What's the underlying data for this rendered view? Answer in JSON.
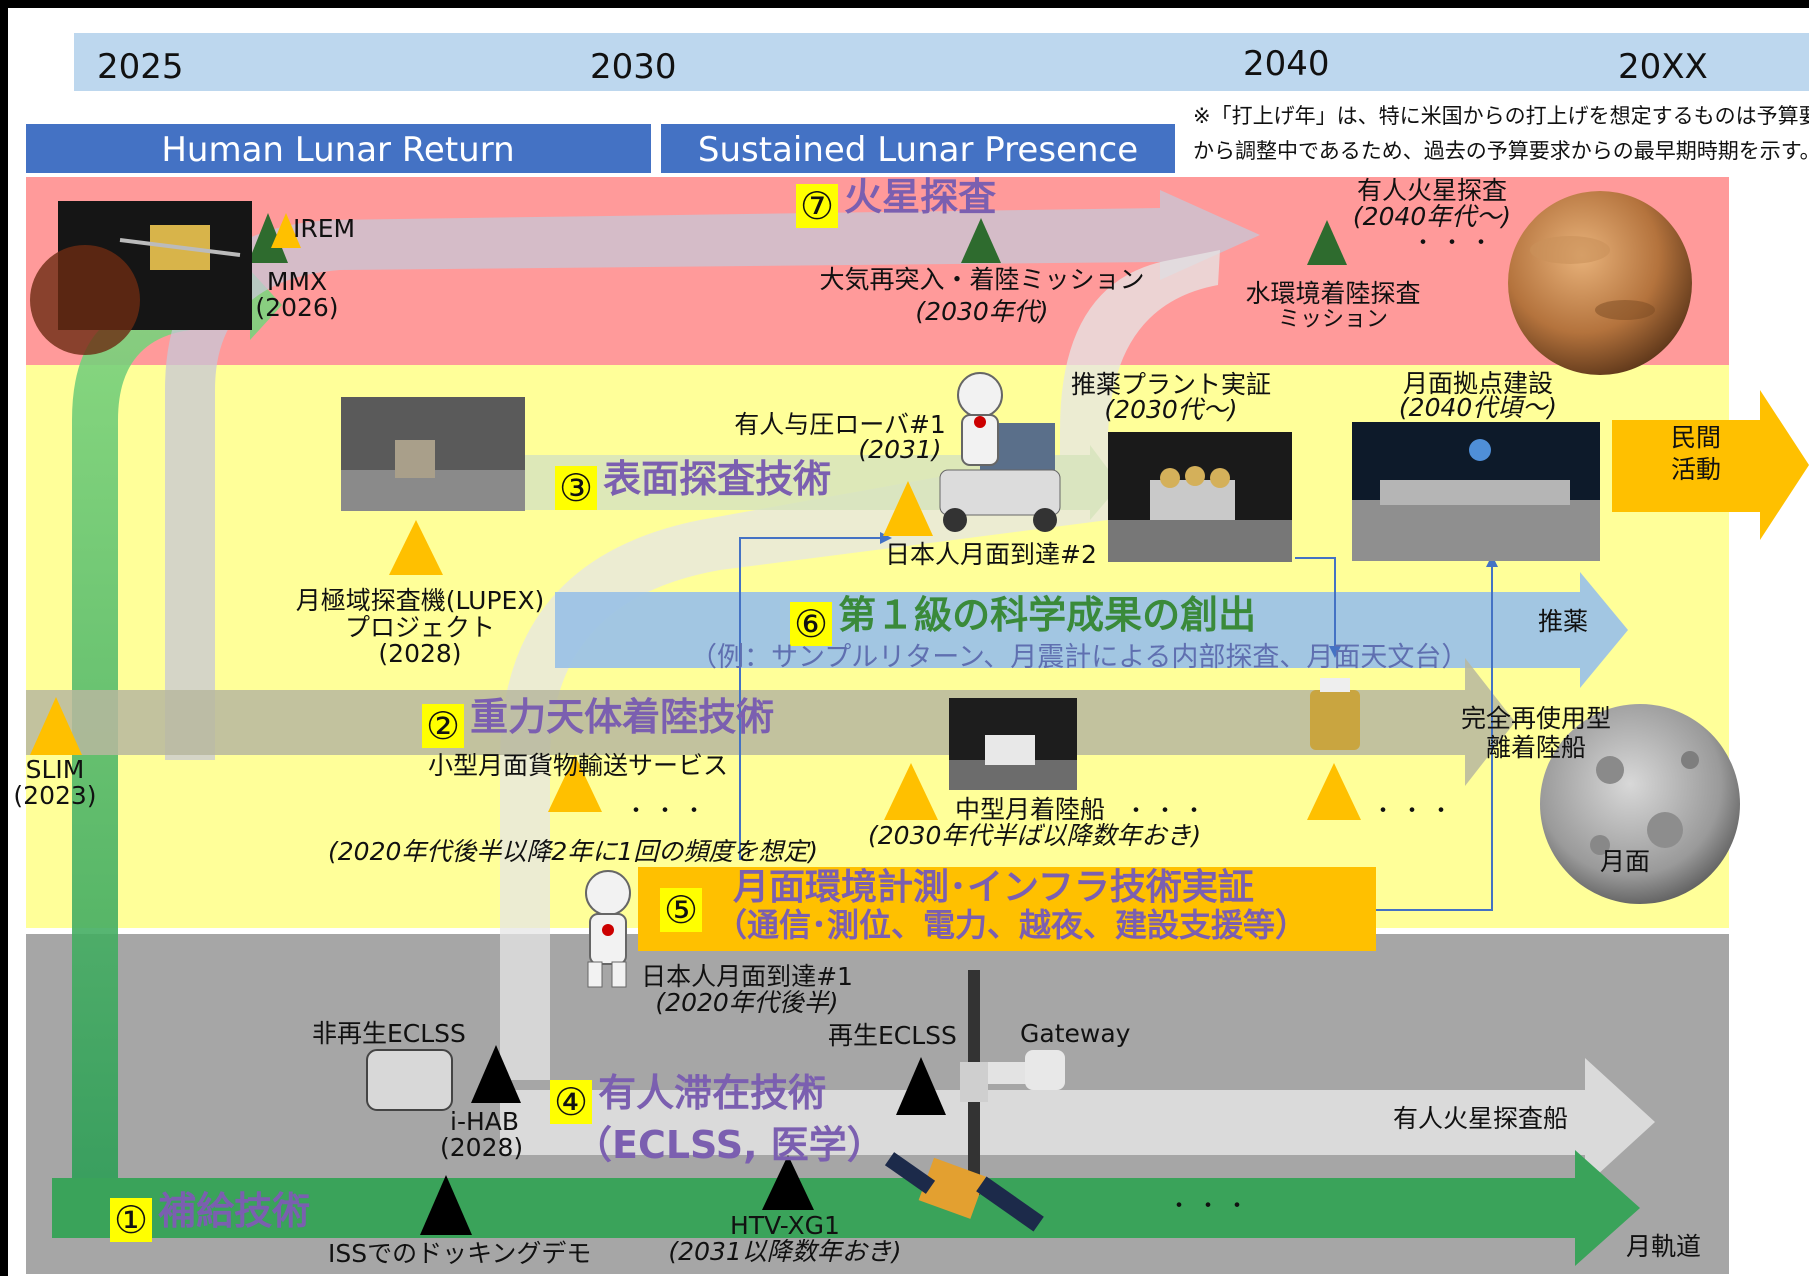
{
  "years": [
    "2025",
    "2030",
    "2040",
    "20XX"
  ],
  "phases": {
    "p1": "Human Lunar Return",
    "p2": "Sustained Lunar Presence"
  },
  "note": {
    "line1": "※「打上げ年」は、特に米国からの打上げを想定するものは予算要求",
    "line2": "から調整中であるため、過去の予算要求からの最早期時期を示す。"
  },
  "colors": {
    "mars_band": "#ff9a9a",
    "moon_band": "#ffff99",
    "orbit_band": "#a6a6a6",
    "phase_bar": "#4472c4",
    "year_bar": "#bdd7ee",
    "green_arrow": "#3aa35a",
    "science_arrow": "#9dc3e6",
    "infra_box": "#ffc000"
  },
  "themes": {
    "t1": {
      "num": "①",
      "name": "補給技術"
    },
    "t2": {
      "num": "②",
      "name": "重力天体着陸技術"
    },
    "t3": {
      "num": "③",
      "name": "表面探査技術"
    },
    "t4": {
      "num": "④",
      "name1": "有人滞在技術",
      "name2": "（ECLSS, 医学）"
    },
    "t5": {
      "num": "⑤",
      "name1": "月面環境計測･インフラ技術実証",
      "name2": "（通信･測位、電力、越夜、建設支援等）"
    },
    "t6": {
      "num": "⑥",
      "name": "第１級の科学成果の創出",
      "sub": "（例：サンプルリターン、月震計による内部探査、月面天文台）"
    },
    "t7": {
      "num": "⑦",
      "name": "火星探査"
    }
  },
  "mars": {
    "irem": "IREM",
    "mmx": "MMX",
    "mmx_year": "(2026)",
    "reentry": "大気再突入・着陸ミッション",
    "reentry_year": "(2030年代)",
    "water1": "水環境着陸探査",
    "water2": "ミッション",
    "crewed": "有人火星探査",
    "crewed_year": "(2040年代〜)"
  },
  "moon": {
    "lupex1": "月極域探査機(LUPEX)",
    "lupex2": "プロジェクト",
    "lupex3": "(2028)",
    "rover1": "有人与圧ローバ#1",
    "rover2": "(2031)",
    "japan2": "日本人月面到達#2",
    "propellant1": "推薬プラント実証",
    "propellant2": "(2030代〜)",
    "base1": "月面拠点建設",
    "base2": "(2040代頃〜)",
    "private1": "民間",
    "private2": "活動",
    "propellant_lbl": "推薬",
    "slim": "SLIM",
    "slim_year": "(2023)",
    "cargo": "小型月面貨物輸送サービス",
    "cargo_freq": "(2020年代後半以降2年に1回の頻度を想定)",
    "midlander": "中型月着陸船",
    "midlander_year": "(2030年代半ば以降数年おき)",
    "reusable1": "完全再使用型",
    "reusable2": "離着陸船",
    "surface": "月面",
    "japan1": "日本人月面到達#1",
    "japan1_year": "(2020年代後半)"
  },
  "orbit": {
    "nonregen": "非再生ECLSS",
    "ihab": "i-HAB",
    "ihab_year": "(2028)",
    "regen": "再生ECLSS",
    "gateway": "Gateway",
    "mars_ship": "有人火星探査船",
    "iss_demo": "ISSでのドッキングデモ",
    "htv": "HTV-XG1",
    "htv_year": "(2031以降数年おき)",
    "lunar_orbit": "月軌道"
  },
  "dots": "・  ・  ・"
}
